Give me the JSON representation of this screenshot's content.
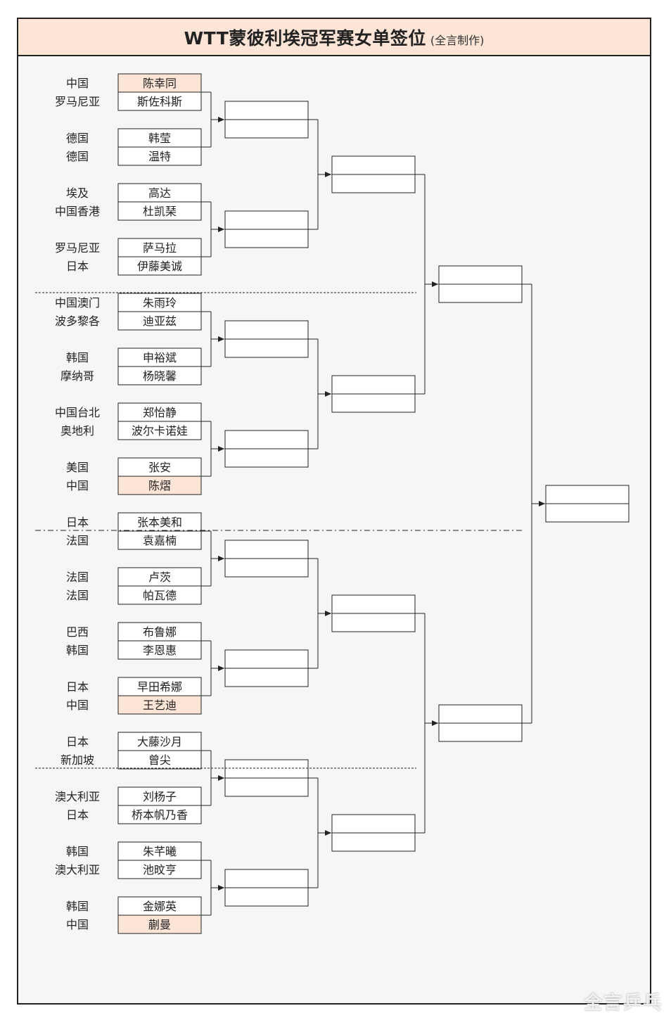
{
  "title": "WTT蒙彼利埃冠军赛女单签位",
  "credit": "(全言制作)",
  "watermark": "全言乒乓",
  "colors": {
    "seed_fill": "#fce4d6",
    "line": "#222222",
    "box_fill": "#ffffff"
  },
  "draw": [
    {
      "country": "中国",
      "name": "陈幸同",
      "seed": true
    },
    {
      "country": "罗马尼亚",
      "name": "斯佐科斯",
      "seed": false
    },
    {
      "country": "德国",
      "name": "韩莹",
      "seed": false
    },
    {
      "country": "德国",
      "name": "温特",
      "seed": false
    },
    {
      "country": "埃及",
      "name": "高达",
      "seed": false
    },
    {
      "country": "中国香港",
      "name": "杜凯琹",
      "seed": false
    },
    {
      "country": "罗马尼亚",
      "name": "萨马拉",
      "seed": false
    },
    {
      "country": "日本",
      "name": "伊藤美诚",
      "seed": false
    },
    {
      "country": "中国澳门",
      "name": "朱雨玲",
      "seed": false
    },
    {
      "country": "波多黎各",
      "name": "迪亚兹",
      "seed": false
    },
    {
      "country": "韩国",
      "name": "申裕斌",
      "seed": false
    },
    {
      "country": "摩纳哥",
      "name": "杨晓馨",
      "seed": false
    },
    {
      "country": "中国台北",
      "name": "郑怡静",
      "seed": false
    },
    {
      "country": "奥地利",
      "name": "波尔卡诺娃",
      "seed": false
    },
    {
      "country": "美国",
      "name": "张安",
      "seed": false
    },
    {
      "country": "中国",
      "name": "陈熠",
      "seed": true
    },
    {
      "country": "日本",
      "name": "张本美和",
      "seed": false
    },
    {
      "country": "法国",
      "name": "袁嘉楠",
      "seed": false
    },
    {
      "country": "法国",
      "name": "卢茨",
      "seed": false
    },
    {
      "country": "法国",
      "name": "帕瓦德",
      "seed": false
    },
    {
      "country": "巴西",
      "name": "布鲁娜",
      "seed": false
    },
    {
      "country": "韩国",
      "name": "李恩惠",
      "seed": false
    },
    {
      "country": "日本",
      "name": "早田希娜",
      "seed": false
    },
    {
      "country": "中国",
      "name": "王艺迪",
      "seed": true
    },
    {
      "country": "日本",
      "name": "大藤沙月",
      "seed": false
    },
    {
      "country": "新加坡",
      "name": "曾尖",
      "seed": false
    },
    {
      "country": "澳大利亚",
      "name": "刘杨子",
      "seed": false
    },
    {
      "country": "日本",
      "name": "桥本帆乃香",
      "seed": false
    },
    {
      "country": "韩国",
      "name": "朱芊曦",
      "seed": false
    },
    {
      "country": "澳大利亚",
      "name": "池旼亨",
      "seed": false
    },
    {
      "country": "韩国",
      "name": "金娜英",
      "seed": false
    },
    {
      "country": "中国",
      "name": "蒯曼",
      "seed": true
    }
  ]
}
